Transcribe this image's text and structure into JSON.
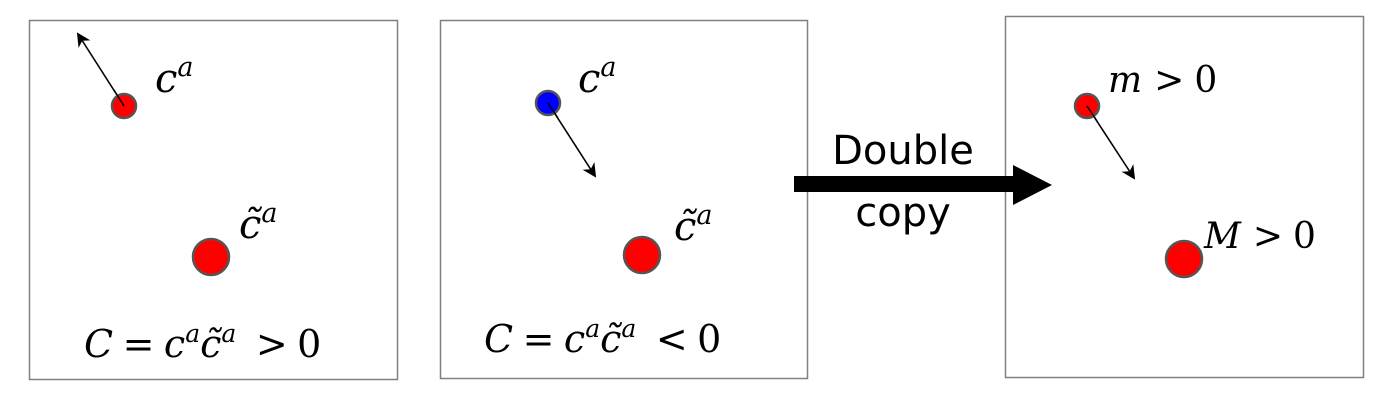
{
  "colors": {
    "frame": "#808080",
    "red": "#ff0000",
    "blue": "#0000ff",
    "dot_stroke": "#555555",
    "arrow": "#000000"
  },
  "panels": [
    {
      "id": "panel-1",
      "small_particle": {
        "label": "c",
        "sup": "a",
        "color": "red"
      },
      "large_particle": {
        "label": "c̃",
        "sup": "a",
        "color": "red"
      },
      "equation": {
        "lhs": "C",
        "eq": "=",
        "c": "c",
        "ct": "c̃",
        "sup": "a",
        "rel": ">",
        "rhs": "0"
      },
      "arrow_direction": "up-left"
    },
    {
      "id": "panel-2",
      "small_particle": {
        "label": "c",
        "sup": "a",
        "color": "blue"
      },
      "large_particle": {
        "label": "c̃",
        "sup": "a",
        "color": "red"
      },
      "equation": {
        "lhs": "C",
        "eq": "=",
        "c": "c",
        "ct": "c̃",
        "sup": "a",
        "rel": "<",
        "rhs": "0"
      },
      "arrow_direction": "down-right"
    },
    {
      "id": "panel-3",
      "small_particle": {
        "label": "m",
        "rel": ">",
        "rhs": "0",
        "color": "red"
      },
      "large_particle": {
        "label": "M",
        "rel": ">",
        "rhs": "0",
        "color": "red"
      },
      "arrow_direction": "down-right"
    }
  ],
  "transition": {
    "line1": "Double",
    "line2": "copy"
  }
}
